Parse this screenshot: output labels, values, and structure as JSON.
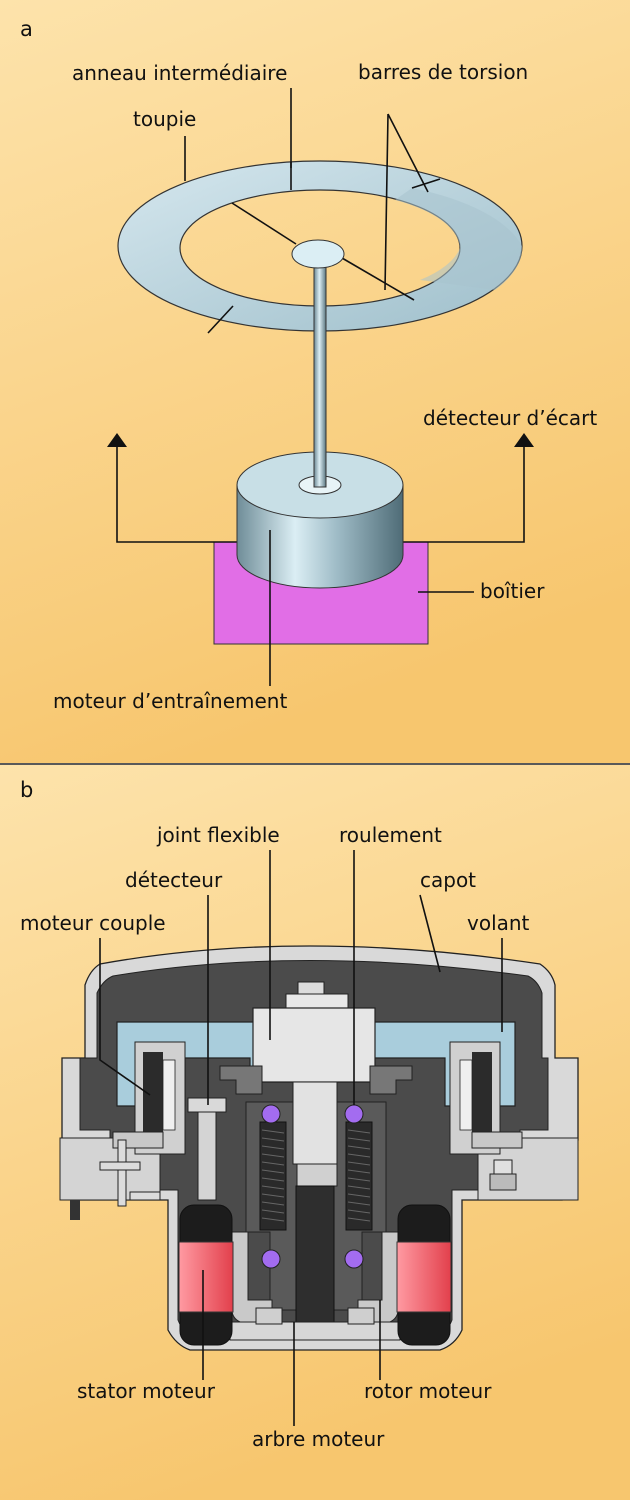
{
  "panel_a": {
    "letter": "a",
    "labels": {
      "anneau": "anneau intermédiaire",
      "barres": "barres de torsion",
      "toupie": "toupie",
      "detecteur_ecart": "détecteur d’écart",
      "boitier": "boîtier",
      "moteur_entrainement": "moteur d’entraînement"
    }
  },
  "panel_b": {
    "letter": "b",
    "labels": {
      "joint": "joint flexible",
      "roulement": "roulement",
      "detecteur": "détecteur",
      "capot": "capot",
      "moteur_couple": "moteur couple",
      "volant": "volant",
      "stator": "stator moteur",
      "rotor": "rotor moteur",
      "arbre": "arbre moteur"
    }
  },
  "colors": {
    "background_light": "#fcdda0",
    "background_dark": "#f7c46a",
    "ring": "#b9d2dc",
    "boitier": "#e16ee6",
    "cap": "#5f5f5f",
    "body_dark": "#3f3f3f",
    "flywheel": "#a9cddc",
    "stator": "#e9555f",
    "bearing": "#a36cf0"
  }
}
